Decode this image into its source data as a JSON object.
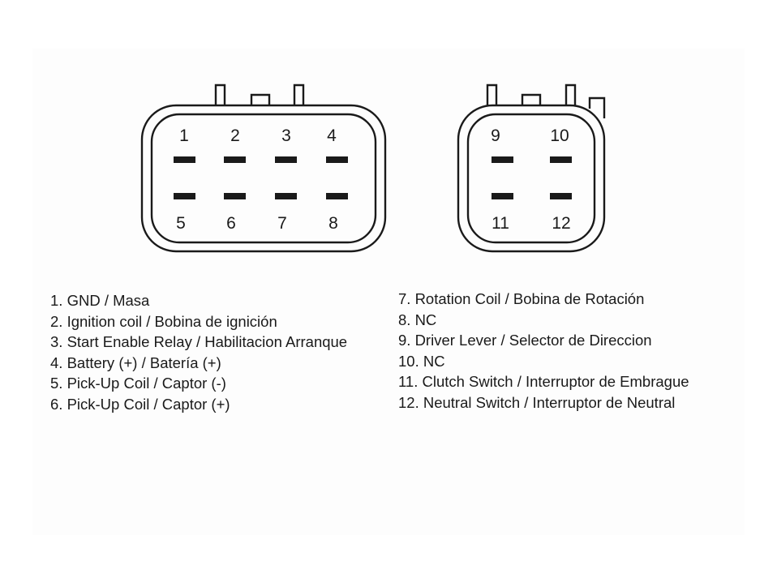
{
  "connector_8pin": {
    "pins": [
      "1",
      "2",
      "3",
      "4",
      "5",
      "6",
      "7",
      "8"
    ]
  },
  "connector_4pin": {
    "pins": [
      "9",
      "10",
      "11",
      "12"
    ]
  },
  "legend_left": [
    "1. GND / Masa",
    "2. Ignition coil / Bobina de ignición",
    "3. Start Enable Relay / Habilitacion Arranque",
    "4. Battery (+) / Batería (+)",
    "5. Pick-Up Coil / Captor (-)",
    "6. Pick-Up Coil / Captor (+)"
  ],
  "legend_right": [
    "7. Rotation Coil / Bobina de Rotación",
    "8. NC",
    "9. Driver Lever / Selector de Direccion",
    "10. NC",
    "11. Clutch Switch / Interruptor de Embrague",
    "12. Neutral Switch / Interruptor de Neutral"
  ],
  "colors": {
    "line": "#1a1a1a",
    "background": "#ffffff"
  }
}
